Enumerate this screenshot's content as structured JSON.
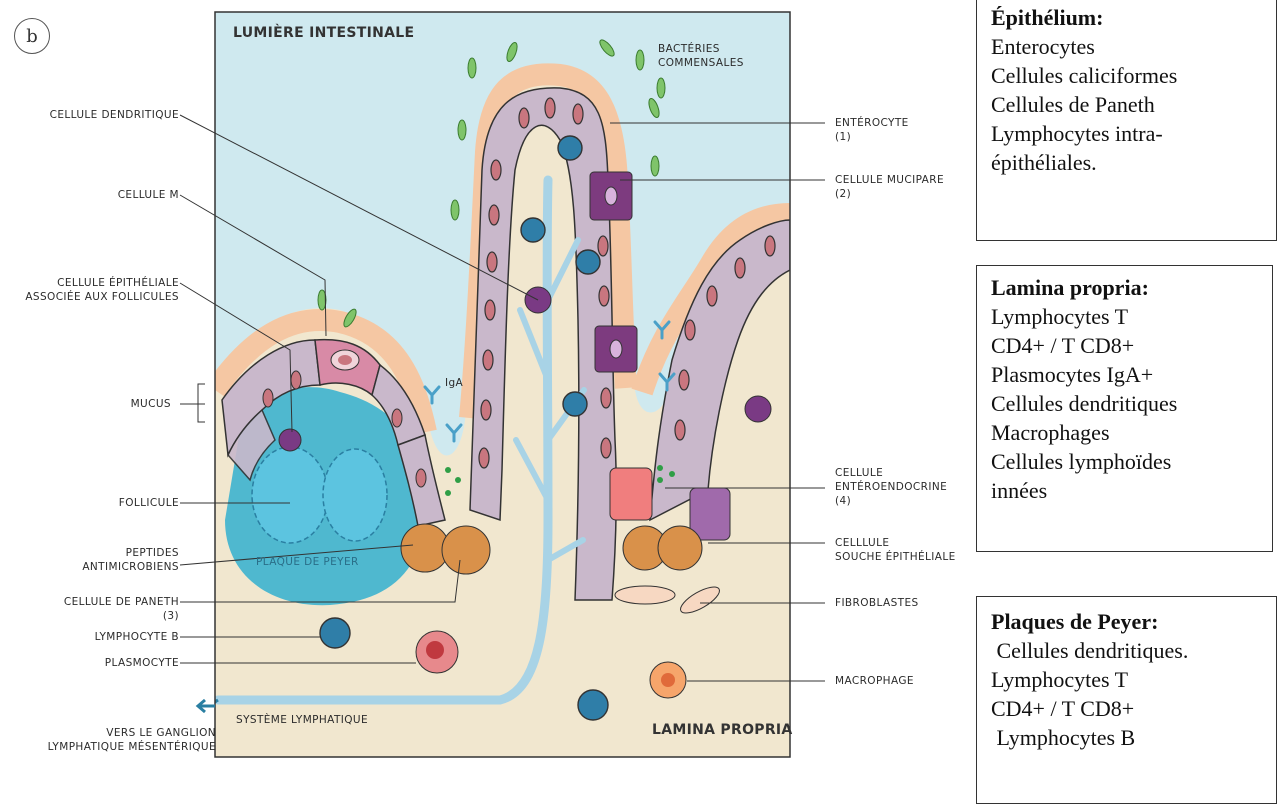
{
  "panel_letter": "b",
  "region_titles": {
    "lumen": "LUMIÈRE INTESTINALE",
    "lamina": "LAMINA PROPRIA"
  },
  "labels_left": [
    {
      "id": "dendritique",
      "lines": [
        "CELLULE DENDRITIQUE"
      ]
    },
    {
      "id": "cellule-m",
      "lines": [
        "CELLULE M"
      ]
    },
    {
      "id": "fae",
      "lines": [
        "CELLULE ÉPITHÉLIALE",
        "ASSOCIÉE AUX FOLLICULES"
      ]
    },
    {
      "id": "mucus",
      "lines": [
        "MUCUS"
      ]
    },
    {
      "id": "follicule",
      "lines": [
        "FOLLICULE"
      ]
    },
    {
      "id": "peptides",
      "lines": [
        "PEPTIDES",
        "ANTIMICROBIENS"
      ]
    },
    {
      "id": "paneth",
      "lines": [
        "CELLULE DE PANETH",
        "(3)"
      ]
    },
    {
      "id": "lympho-b",
      "lines": [
        "LYMPHOCYTE B"
      ]
    },
    {
      "id": "plasmocyte",
      "lines": [
        "PLASMOCYTE"
      ]
    },
    {
      "id": "ganglion",
      "lines": [
        "VERS LE GANGLION",
        "LYMPHATIQUE MÉSENTÉRIQUE"
      ]
    }
  ],
  "labels_right": [
    {
      "id": "bacteries",
      "lines": [
        "BACTÉRIES",
        "COMMENSALES"
      ]
    },
    {
      "id": "enterocyte",
      "lines": [
        "ENTÉROCYTE",
        "(1)"
      ]
    },
    {
      "id": "mucipare",
      "lines": [
        "CELLULE MUCIPARE",
        "(2)"
      ]
    },
    {
      "id": "enteroendocrine",
      "lines": [
        "CELLULE",
        "ENTÉROENDOCRINE",
        "(4)"
      ]
    },
    {
      "id": "souche",
      "lines": [
        "CELLLULE",
        "SOUCHE ÉPITHÉLIALE"
      ]
    },
    {
      "id": "fibroblastes",
      "lines": [
        "FIBROBLASTES"
      ]
    },
    {
      "id": "macrophage",
      "lines": [
        "MACROPHAGE"
      ]
    }
  ],
  "inner_labels": {
    "plaque": "PLAQUE DE PEYER",
    "iga": "IgA",
    "lymph_system": "SYSTÈME LYMPHATIQUE"
  },
  "boxes": [
    {
      "id": "epithelium",
      "title": "Épithélium:",
      "items": [
        "Enterocytes",
        "Cellules caliciformes",
        "Cellules de Paneth",
        "Lymphocytes intra-",
        "épithéliales."
      ]
    },
    {
      "id": "lamina",
      "title": "Lamina propria:",
      "items": [
        "Lymphocytes T",
        "CD4+ / T CD8+",
        "Plasmocytes IgA+",
        "Cellules dendritiques",
        "Macrophages",
        "Cellules lymphoïdes",
        "innées"
      ]
    },
    {
      "id": "peyer",
      "title": "Plaques de Peyer:",
      "items": [
        " Cellules dendritiques.",
        "Lymphocytes T",
        "CD4+ / T CD8+",
        " Lymphocytes B"
      ]
    }
  ],
  "colors": {
    "lumen": "#cfe9ef",
    "lamina": "#f1e7cf",
    "mucus": "#f5c7a3",
    "epithelial": "#c9b8cb",
    "nucleus": "#c9767f",
    "goblet": "#7d3b7f",
    "lymph_vessel": "#a8d3e6",
    "peyer": "#4fb8cf",
    "bacteria": "#7fc46a",
    "paneth": "#d9914a",
    "dendritic": "#7a3a84"
  }
}
